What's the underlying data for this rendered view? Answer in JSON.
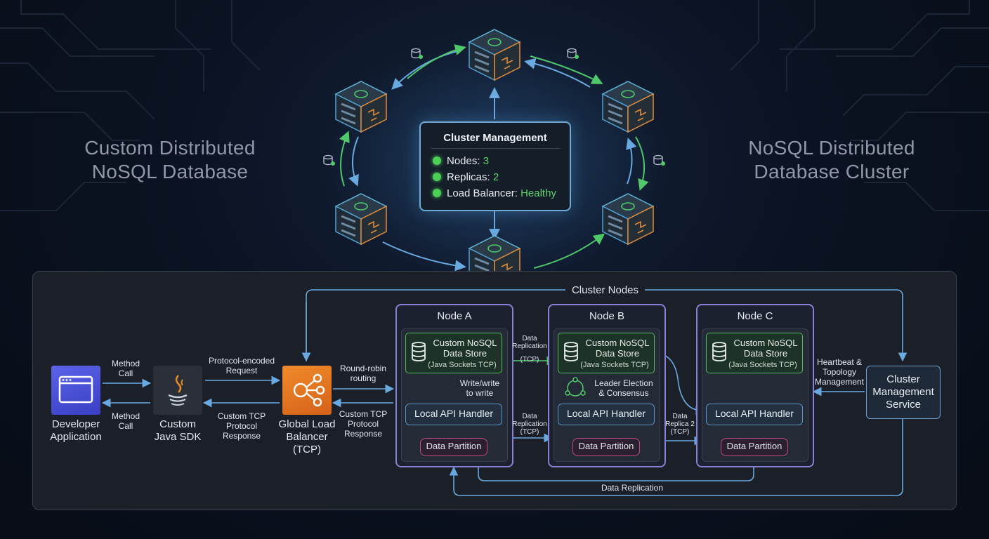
{
  "hero": {
    "left_title_line1": "Custom Distributed",
    "left_title_line2": "NoSQL Database",
    "right_title_line1": "NoSQL Distributed",
    "right_title_line2": "Database Cluster"
  },
  "cluster_management": {
    "title": "Cluster Management",
    "rows": [
      {
        "label": "Nodes:",
        "value": "3"
      },
      {
        "label": "Replicas:",
        "value": "2"
      },
      {
        "label": "Load Balancer:",
        "value": "Healthy"
      }
    ],
    "status_color": "#4ccd56"
  },
  "diagram": {
    "cluster_nodes_label": "Cluster Nodes",
    "data_replication_label": "Data Replication",
    "developer_app": {
      "line1": "Developer",
      "line2": "Application",
      "icon": "browser-window-icon"
    },
    "sdk": {
      "line1": "Custom",
      "line2": "Java SDK",
      "icon": "java-icon"
    },
    "load_balancer": {
      "line1": "Global Load",
      "line2": "Balancer",
      "line3": "(TCP)",
      "icon": "share-nodes-icon"
    },
    "method_call_top": {
      "line1": "Method",
      "line2": "Call"
    },
    "method_call_bottom": {
      "line1": "Method",
      "line2": "Call"
    },
    "protocol_request": {
      "line1": "Protocol-encoded",
      "line2": "Request"
    },
    "tcp_response_left": {
      "line1": "Custom TCP",
      "line2": "Protocol",
      "line3": "Response"
    },
    "round_robin": {
      "line1": "Round-robin",
      "line2": "routing"
    },
    "tcp_response_right": {
      "line1": "Custom TCP",
      "line2": "Protocol",
      "line3": "Response"
    },
    "nodes": [
      {
        "title": "Node A",
        "store_line1": "Custom NoSQL",
        "store_line2": "Data Store",
        "store_line3": "(Java Sockets TCP)",
        "api": "Local API Handler",
        "partition": "Data Partition"
      },
      {
        "title": "Node B",
        "store_line1": "Custom NoSQL",
        "store_line2": "Data Store",
        "store_line3": "(Java Sockets TCP)",
        "api": "Local API Handler",
        "partition": "Data Partition"
      },
      {
        "title": "Node C",
        "store_line1": "Custom NoSQL",
        "store_line2": "Data Store",
        "store_line3": "(Java Sockets TCP)",
        "api": "Local API Handler",
        "partition": "Data Partition"
      }
    ],
    "write_label": {
      "line1": "Write/write",
      "line2": "to write"
    },
    "leader_election": {
      "line1": "Leader Election",
      "line2": "& Consensus"
    },
    "repl_ab_top": {
      "line1": "Data",
      "line2": "Replication",
      "line3": "(TCP)"
    },
    "repl_ab_bottom": {
      "line1": "Data",
      "line2": "Replication",
      "line3": "(TCP)"
    },
    "repl_bc": {
      "line1": "Data",
      "line2": "Replica 2",
      "line3": "(TCP)"
    },
    "heartbeat": {
      "line1": "Heartbeat &",
      "line2": "Topology",
      "line3": "Management"
    },
    "cms": {
      "line1": "Cluster",
      "line2": "Management",
      "line3": "Service"
    }
  }
}
